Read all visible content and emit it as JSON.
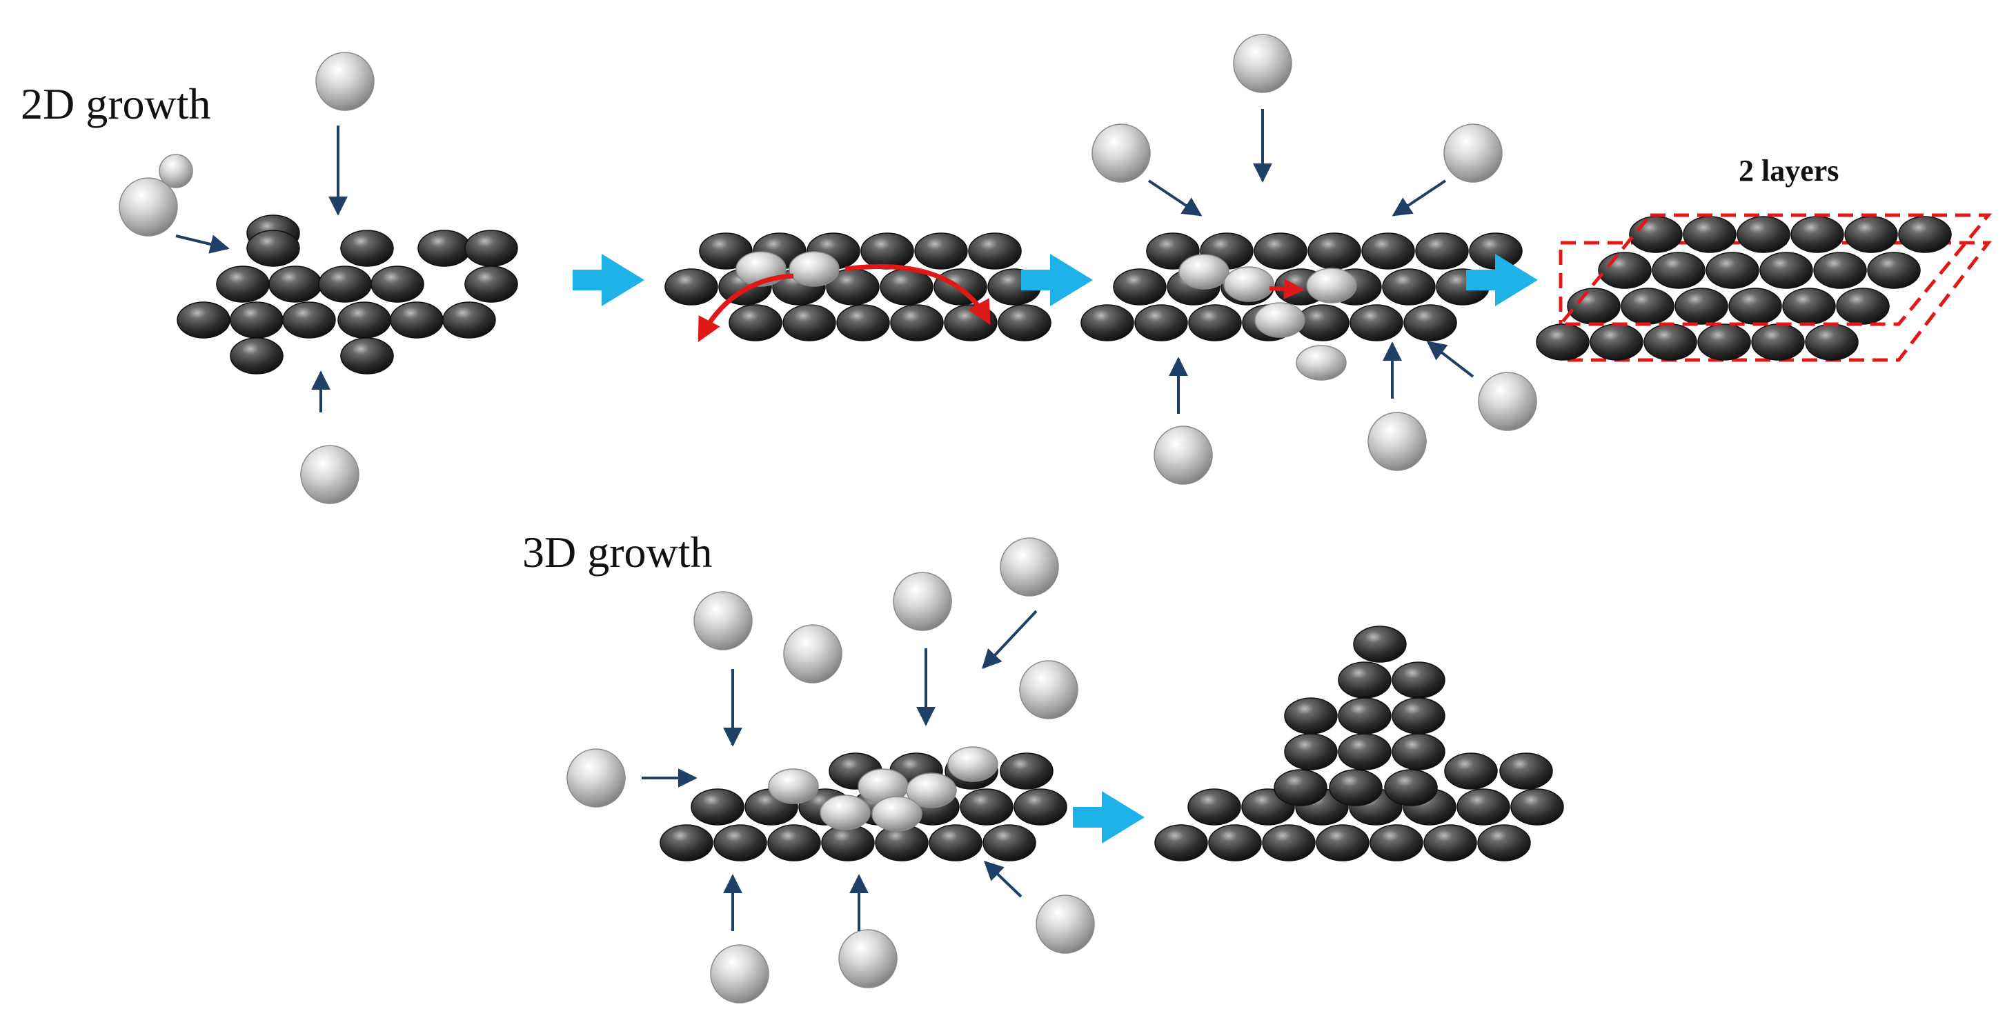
{
  "labels": {
    "growth_2d": "2D growth",
    "growth_3d": "3D growth",
    "two_layers": "2 layers"
  },
  "colors": {
    "substrate_atom": "#3a3a3a",
    "adatom": "#c8c8c8",
    "flux_arrow": "#1f3f66",
    "process_arrow": "#1fb2e8",
    "diffusion_arrow": "#e01818",
    "layer_outline": "#e01818"
  }
}
